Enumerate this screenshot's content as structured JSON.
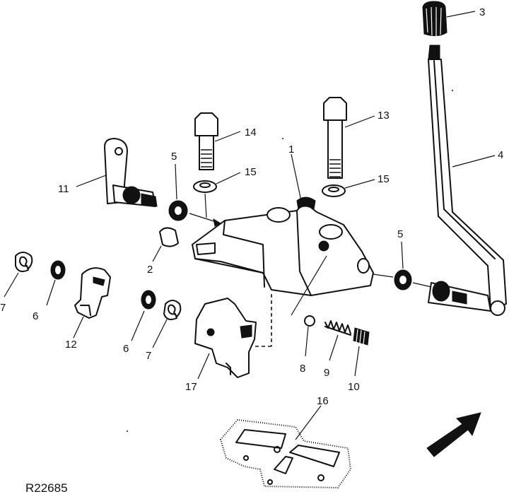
{
  "figure": {
    "reference": "R22685"
  },
  "callouts": [
    {
      "id": "c1",
      "label": "1"
    },
    {
      "id": "c2",
      "label": "2"
    },
    {
      "id": "c3",
      "label": "3"
    },
    {
      "id": "c4",
      "label": "4"
    },
    {
      "id": "c5a",
      "label": "5"
    },
    {
      "id": "c5b",
      "label": "5"
    },
    {
      "id": "c6a",
      "label": "6"
    },
    {
      "id": "c6b",
      "label": "6"
    },
    {
      "id": "c7a",
      "label": "7"
    },
    {
      "id": "c7b",
      "label": "7"
    },
    {
      "id": "c8",
      "label": "8"
    },
    {
      "id": "c9",
      "label": "9"
    },
    {
      "id": "c10",
      "label": "10"
    },
    {
      "id": "c11",
      "label": "11"
    },
    {
      "id": "c12",
      "label": "12"
    },
    {
      "id": "c13",
      "label": "13"
    },
    {
      "id": "c14",
      "label": "14"
    },
    {
      "id": "c15a",
      "label": "15"
    },
    {
      "id": "c15b",
      "label": "15"
    },
    {
      "id": "c16",
      "label": "16"
    },
    {
      "id": "c17",
      "label": "17"
    }
  ]
}
